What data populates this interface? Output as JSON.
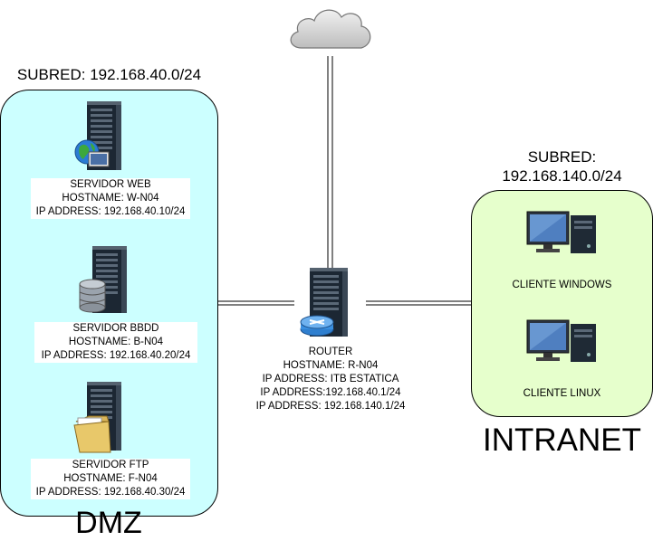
{
  "dmz": {
    "subnet_label": "SUBRED: 192.168.40.0/24",
    "zone_label": "DMZ",
    "zone_color": "#ccffff",
    "servers": [
      {
        "icon": "web-server-icon",
        "lines": [
          "SERVIDOR WEB",
          "HOSTNAME: W-N04",
          "IP ADDRESS: 192.168.40.10/24"
        ]
      },
      {
        "icon": "database-server-icon",
        "lines": [
          "SERVIDOR BBDD",
          "HOSTNAME: B-N04",
          "IP ADDRESS: 192.168.40.20/24"
        ]
      },
      {
        "icon": "ftp-server-icon",
        "lines": [
          "SERVIDOR FTP",
          "HOSTNAME: F-N04",
          "IP ADDRESS: 192.168.40.30/24"
        ]
      }
    ]
  },
  "router": {
    "icon": "router-server-icon",
    "lines": [
      "ROUTER",
      "HOSTNAME: R-N04",
      "IP ADDRESS: ITB ESTATICA",
      "IP ADDRESS:192.168.40.1/24",
      "IP ADDRESS: 192.168.140.1/24"
    ]
  },
  "internet": {
    "icon": "cloud-icon"
  },
  "intranet": {
    "subnet_label_line1": "SUBRED:",
    "subnet_label_line2": "192.168.140.0/24",
    "zone_label": "INTRANET",
    "zone_color": "#e6ffcc",
    "clients": [
      {
        "icon": "desktop-computer-icon",
        "label": "CLIENTE WINDOWS"
      },
      {
        "icon": "desktop-computer-icon",
        "label": "CLIENTE LINUX"
      }
    ]
  }
}
